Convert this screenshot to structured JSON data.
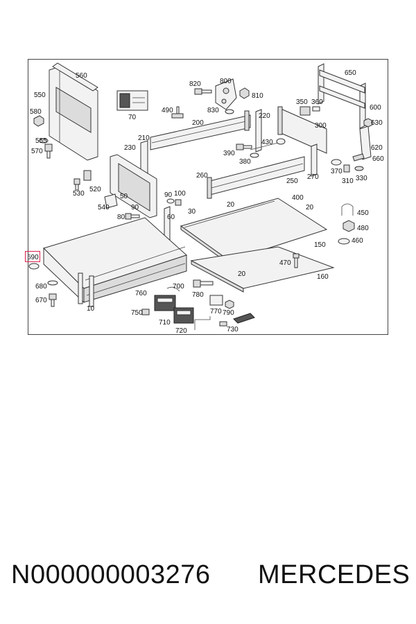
{
  "footer": {
    "part_code": "N000000003276",
    "brand": "MERCEDES"
  },
  "highlighted_part": "690",
  "colors": {
    "highlight": "#e0204a",
    "line": "#333333"
  },
  "callouts": [
    "560",
    "550",
    "580",
    "555",
    "570",
    "70",
    "820",
    "800",
    "810",
    "490",
    "830",
    "200",
    "220",
    "350",
    "360",
    "650",
    "600",
    "300",
    "630",
    "210",
    "230",
    "620",
    "660",
    "390",
    "430",
    "380",
    "370",
    "270",
    "310",
    "330",
    "260",
    "250",
    "400",
    "530",
    "520",
    "50",
    "90",
    "100",
    "540",
    "80",
    "60",
    "30",
    "20",
    "450",
    "480",
    "460",
    "150",
    "690",
    "470",
    "700",
    "680",
    "760",
    "780",
    "670",
    "10",
    "750",
    "770",
    "790",
    "710",
    "720",
    "730",
    "160"
  ]
}
